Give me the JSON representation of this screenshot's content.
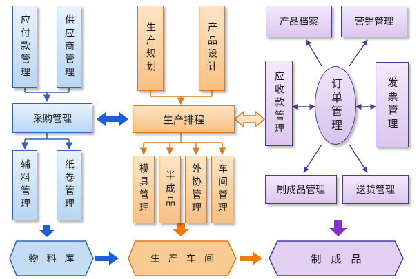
{
  "purchase": {
    "payables": "应付款管理",
    "supplier": "供应商管理",
    "purchase_mgmt": "采购管理",
    "accessories": "辅料管理",
    "paper_roll": "纸卷管理",
    "material_store": "物料库"
  },
  "production": {
    "planning": "生产规划",
    "product_design": "产品设计",
    "scheduling": "生产排程",
    "mold": "模具管理",
    "semi_finished": "半成品",
    "outsourcing": "外协管理",
    "workshop_mgmt": "车间管理",
    "workshop": "生产车间"
  },
  "sales": {
    "product_archive": "产品档案",
    "marketing": "营销管理",
    "receivables": "应收款管理",
    "order_mgmt": "订单管理",
    "invoice": "发票管理",
    "finished_mgmt": "制成品管理",
    "delivery": "送货管理",
    "finished_goods": "制成品"
  },
  "colors": {
    "blue_border": "#2f63b3",
    "orange_border": "#e07a1e",
    "purple_border": "#4a3aa0",
    "blue_arrow": "#1f5fd6",
    "orange_arrow": "#f07a10",
    "purple_arrow": "#8a2fd0"
  }
}
